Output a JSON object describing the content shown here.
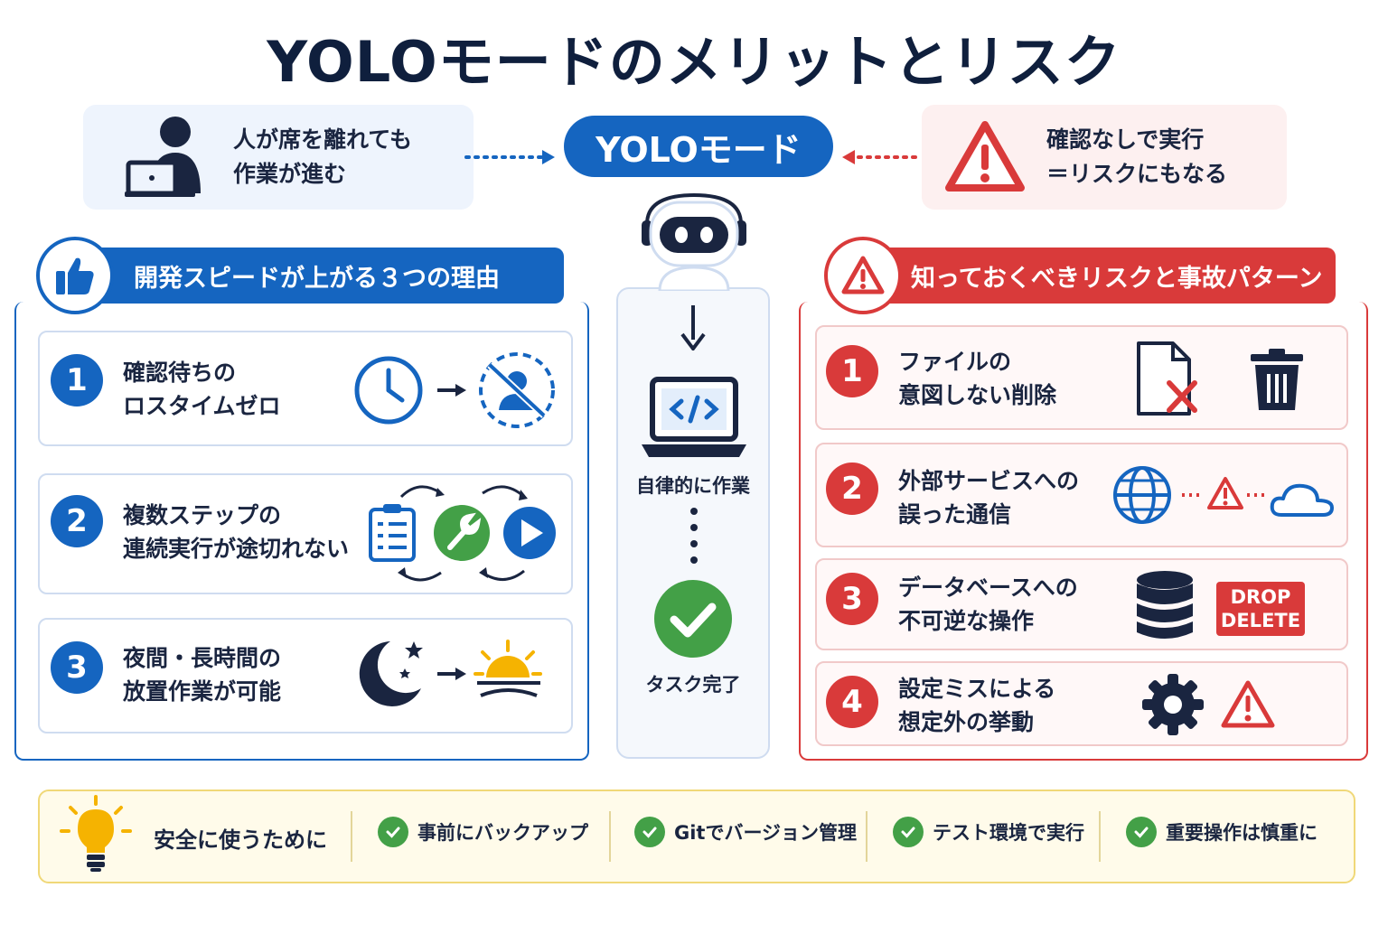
{
  "title": "YOLOモードのメリットとリスク",
  "top": {
    "left_line1": "人が席を離れても",
    "left_line2": "作業が進む",
    "center": "YOLOモード",
    "right_line1": "確認なしで実行",
    "right_line2": "＝リスクにもなる"
  },
  "left_section": {
    "header": "開発スピードが上がる３つの理由",
    "items": [
      {
        "num": "1",
        "line1": "確認待ちの",
        "line2": "ロスタイムゼロ",
        "icon": "clock-to-no-person-icon"
      },
      {
        "num": "2",
        "line1": "複数ステップの",
        "line2": "連続実行が途切れない",
        "icon": "checklist-wrench-play-cycle-icon"
      },
      {
        "num": "3",
        "line1": "夜間・長時間の",
        "line2": "放置作業が可能",
        "icon": "moon-to-sunrise-icon"
      }
    ]
  },
  "center": {
    "mid_label": "自律的に作業",
    "end_label": "タスク完了"
  },
  "right_section": {
    "header": "知っておくべきリスクと事故パターン",
    "items": [
      {
        "num": "1",
        "line1": "ファイルの",
        "line2": "意図しない削除",
        "icon": "file-delete-trash-icon"
      },
      {
        "num": "2",
        "line1": "外部サービスへの",
        "line2": "誤った通信",
        "icon": "globe-warning-cloud-icon"
      },
      {
        "num": "3",
        "line1": "データベースへの",
        "line2": "不可逆な操作",
        "icon": "database-drop-icon"
      },
      {
        "num": "4",
        "line1": "設定ミスによる",
        "line2": "想定外の挙動",
        "icon": "gear-warning-icon"
      }
    ],
    "drop_badge": {
      "line1": "DROP",
      "line2": "DELETE"
    }
  },
  "bottom": {
    "lead": "安全に使うために",
    "tips": [
      "事前にバックアップ",
      "Gitでバージョン管理",
      "テスト環境で実行",
      "重要操作は慎重に"
    ]
  },
  "colors": {
    "blue": "#1565c0",
    "red": "#d93a3a",
    "green": "#43a047",
    "yellow": "#f5b301",
    "navy": "#1a2540"
  }
}
